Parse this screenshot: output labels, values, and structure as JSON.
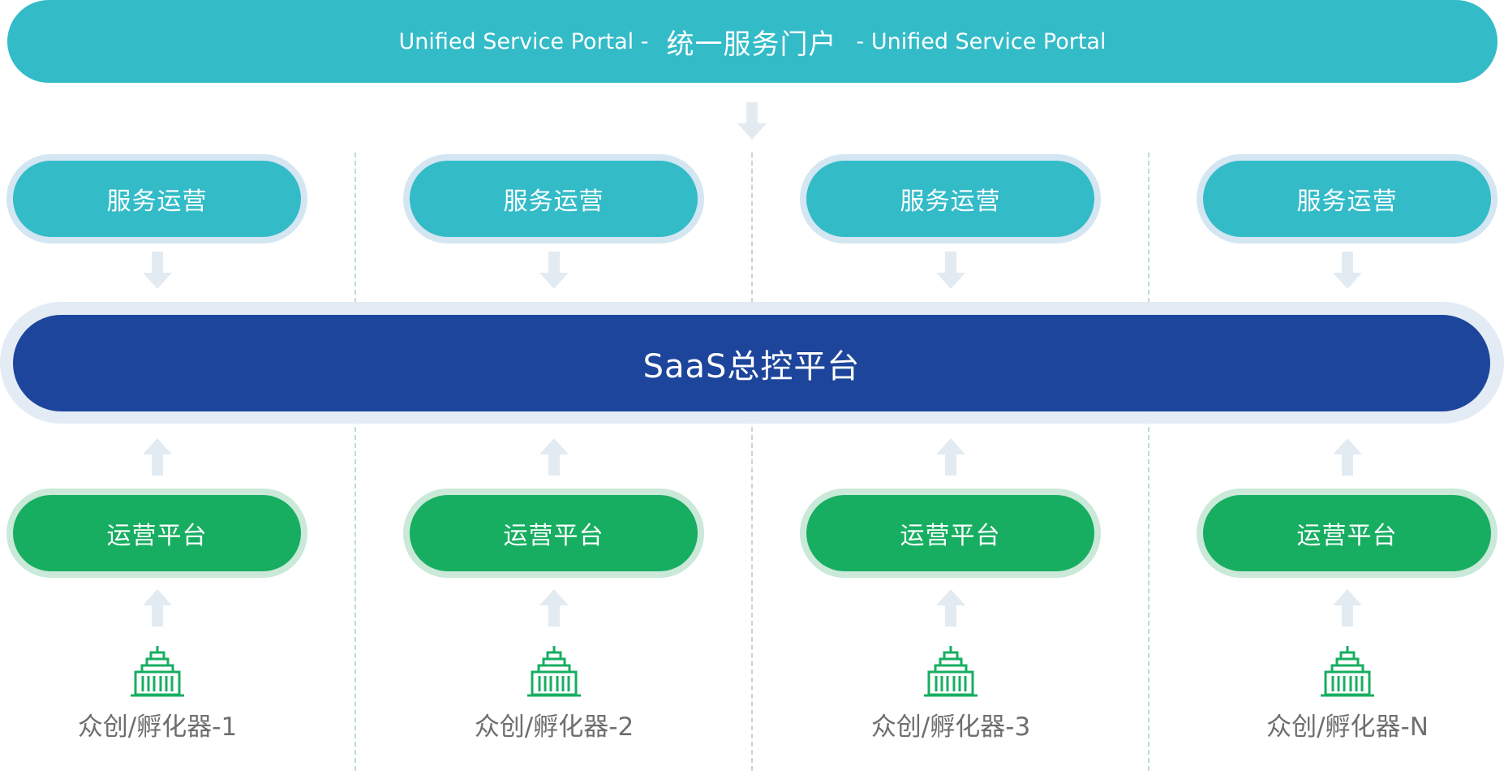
{
  "portal": {
    "left_text": "Unified Service Portal -",
    "center_text": "统一服务门户",
    "right_text": "- Unified Service Portal"
  },
  "service_ops": [
    "服务运营",
    "服务运营",
    "服务运营",
    "服务运营"
  ],
  "saas_platform": "SaaS总控平台",
  "ops_platform": [
    "运营平台",
    "运营平台",
    "运营平台",
    "运营平台"
  ],
  "incubators": [
    "众创/孵化器-1",
    "众创/孵化器-2",
    "众创/孵化器-3",
    "众创/孵化器-N"
  ],
  "colors": {
    "portal": "#33bbc8",
    "service_pill": "#33bbc8",
    "service_halo": "#d3e6f2",
    "saas": "#1d459b",
    "saas_halo": "#e3ebf4",
    "ops_pill": "#17ae61",
    "ops_halo": "#cae9d8",
    "arrow": "#e2ebf2",
    "building_icon": "#17ae61",
    "label_text": "#6e6e6e"
  }
}
